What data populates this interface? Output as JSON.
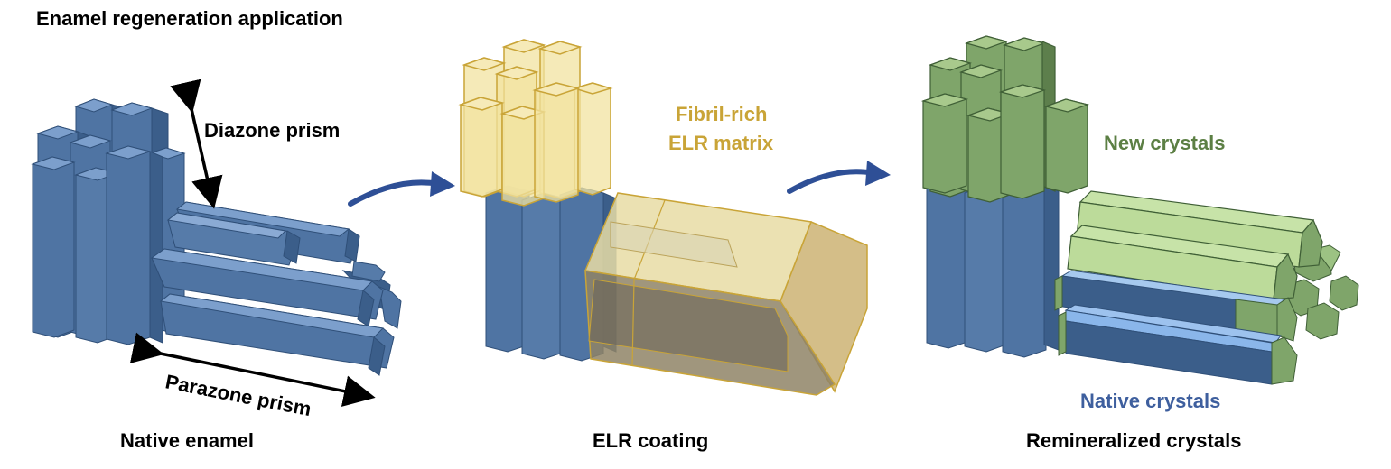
{
  "title": "Enamel regeneration application",
  "panels": {
    "native": {
      "caption": "Native enamel",
      "diazone_label": "Diazone prism",
      "parazone_label": "Parazone prism"
    },
    "coating": {
      "caption": "ELR coating",
      "matrix_label_line1": "Fibril-rich",
      "matrix_label_line2": "ELR matrix"
    },
    "remineralized": {
      "caption": "Remineralized crystals",
      "new_label": "New crystals",
      "native_label": "Native crystals"
    }
  },
  "colors": {
    "enamel_blue": "#4f74a3",
    "enamel_blue_dark": "#3b5e8a",
    "enamel_blue_light": "#6d93c4",
    "coating_gold": "#c9a437",
    "coating_fill": "#f2e3a0",
    "new_green": "#7fa56a",
    "new_green_light": "#bcdb9a",
    "native_label_blue": "#3e5f9e",
    "arrow_blue": "#2e4f96",
    "text": "#000000"
  },
  "icons": [
    "curved-arrow-icon",
    "double-headed-arrow-icon"
  ]
}
